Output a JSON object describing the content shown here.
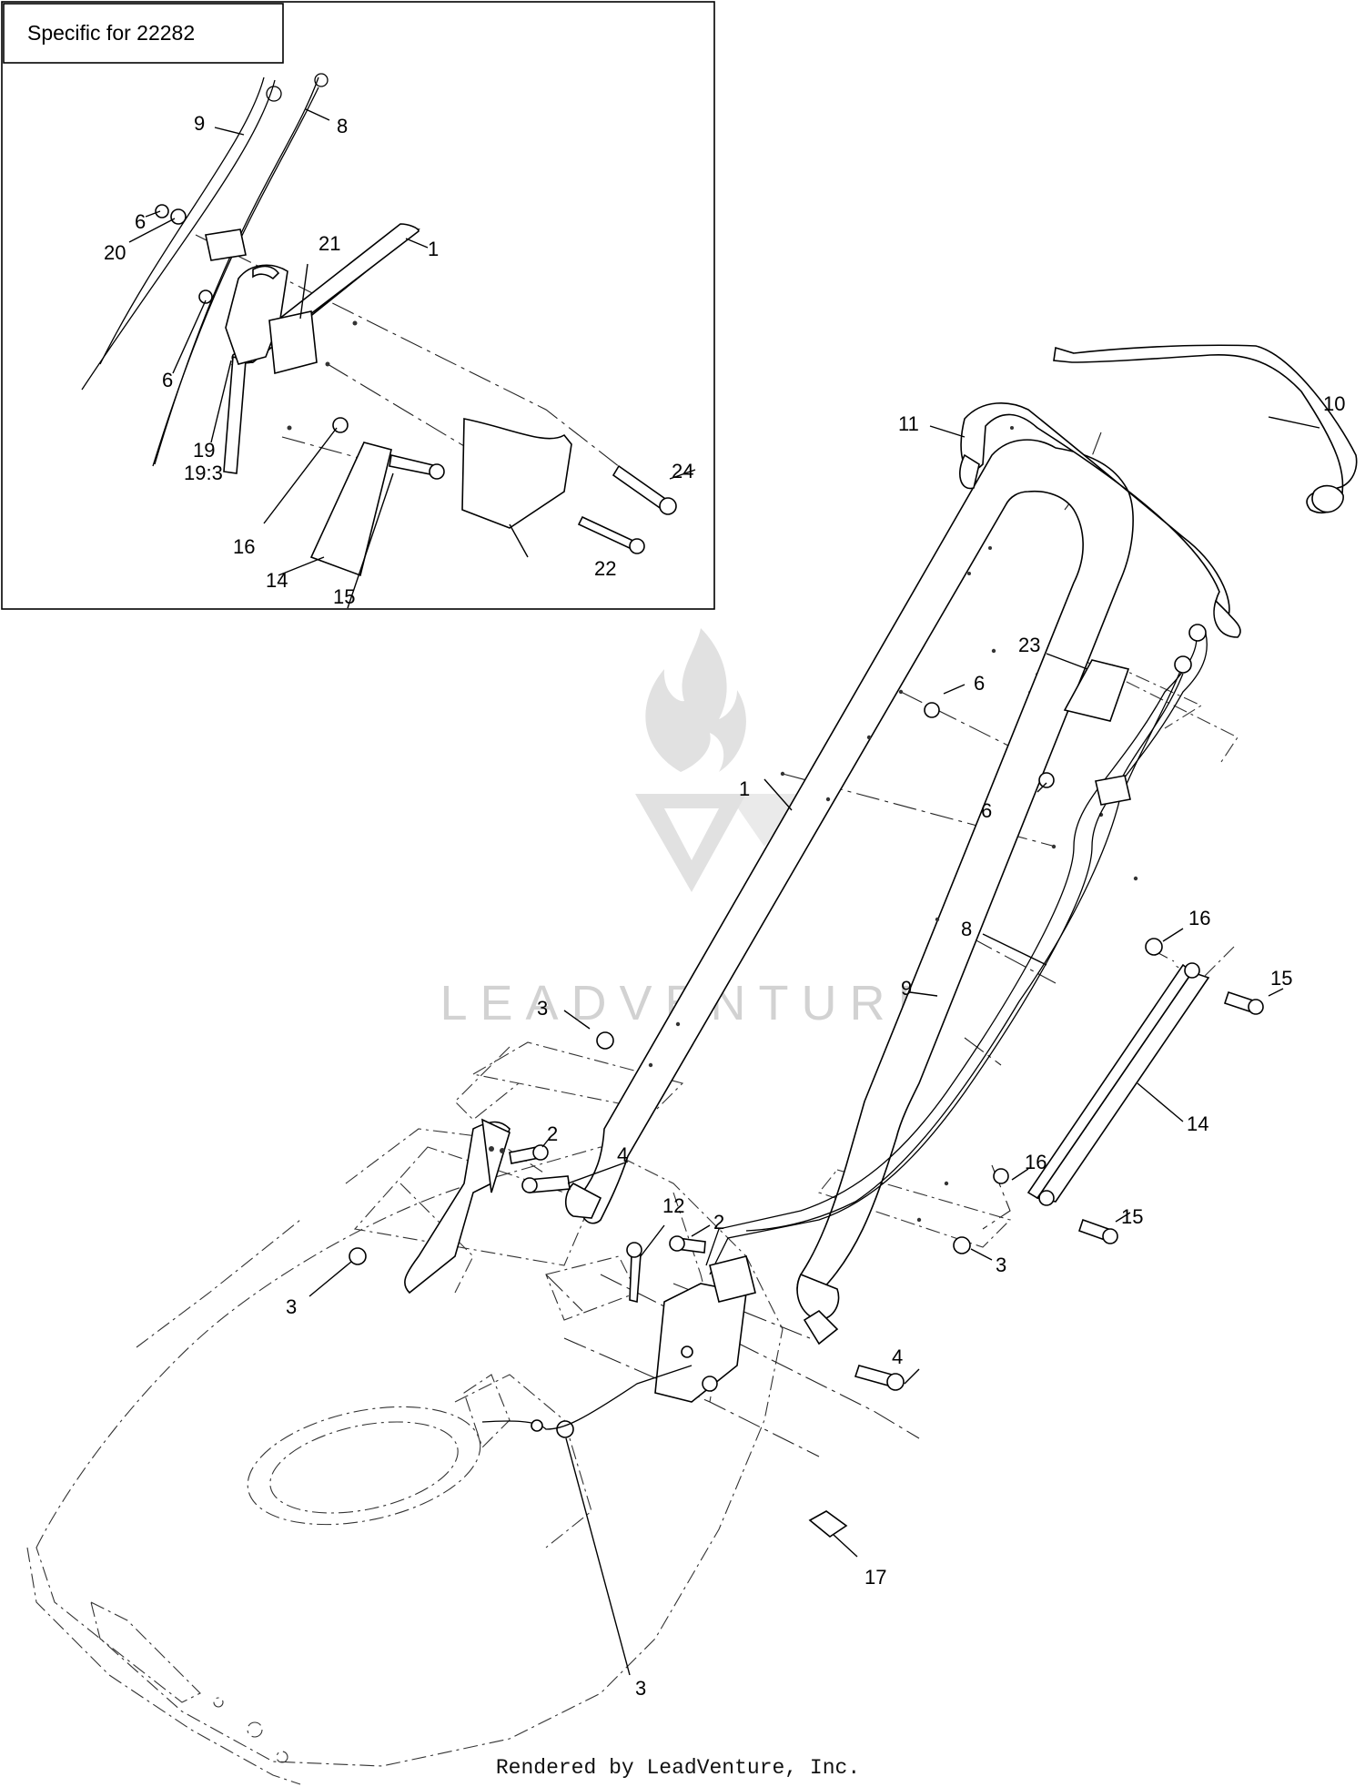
{
  "inset": {
    "title": "Specific for 22282"
  },
  "watermark": {
    "text": "LEADVENTURE"
  },
  "footer": {
    "text": "Rendered by LeadVenture, Inc."
  },
  "callouts": {
    "inset": [
      {
        "text": "9",
        "name": "callout-9-flex-cable"
      },
      {
        "text": "8",
        "name": "callout-8-control-cable"
      },
      {
        "text": "6",
        "name": "callout-6-nut"
      },
      {
        "text": "20",
        "name": "callout-20-washer"
      },
      {
        "text": "21",
        "name": "callout-21-decal"
      },
      {
        "text": "1",
        "name": "callout-1-handle"
      },
      {
        "text": "6",
        "name": "callout-6-nut-lower"
      },
      {
        "text": "19",
        "name": "callout-19-throttle-control"
      },
      {
        "text": "19:3",
        "name": "callout-19-3-sub-part"
      },
      {
        "text": "24",
        "name": "callout-24-bolt"
      },
      {
        "text": "16",
        "name": "callout-16-nut"
      },
      {
        "text": "22",
        "name": "callout-22-cover"
      },
      {
        "text": "14",
        "name": "callout-14-strap"
      },
      {
        "text": "15",
        "name": "callout-15-bolt"
      }
    ],
    "main": [
      {
        "text": "10",
        "name": "callout-10-bail-rod"
      },
      {
        "text": "11",
        "name": "callout-11-bail"
      },
      {
        "text": "23",
        "name": "callout-23-decal"
      },
      {
        "text": "6",
        "name": "callout-6-nut-upper"
      },
      {
        "text": "1",
        "name": "callout-1-handle"
      },
      {
        "text": "6",
        "name": "callout-6-nut-middle"
      },
      {
        "text": "16",
        "name": "callout-16-nut-upper"
      },
      {
        "text": "8",
        "name": "callout-8-control-cable"
      },
      {
        "text": "15",
        "name": "callout-15-bolt-upper"
      },
      {
        "text": "9",
        "name": "callout-9-flex-cable"
      },
      {
        "text": "3",
        "name": "callout-3-nut-left"
      },
      {
        "text": "14",
        "name": "callout-14-strap"
      },
      {
        "text": "2",
        "name": "callout-2-bolt-left"
      },
      {
        "text": "4",
        "name": "callout-4-bolt-left"
      },
      {
        "text": "16",
        "name": "callout-16-nut-lower"
      },
      {
        "text": "12",
        "name": "callout-12-screw"
      },
      {
        "text": "2",
        "name": "callout-2-bolt-center"
      },
      {
        "text": "15",
        "name": "callout-15-bolt-lower"
      },
      {
        "text": "3",
        "name": "callout-3-nut-right"
      },
      {
        "text": "3",
        "name": "callout-3-nut-deck"
      },
      {
        "text": "4",
        "name": "callout-4-bolt-right"
      },
      {
        "text": "17",
        "name": "callout-17-tag"
      },
      {
        "text": "3",
        "name": "callout-3-nut-bottom"
      }
    ]
  }
}
